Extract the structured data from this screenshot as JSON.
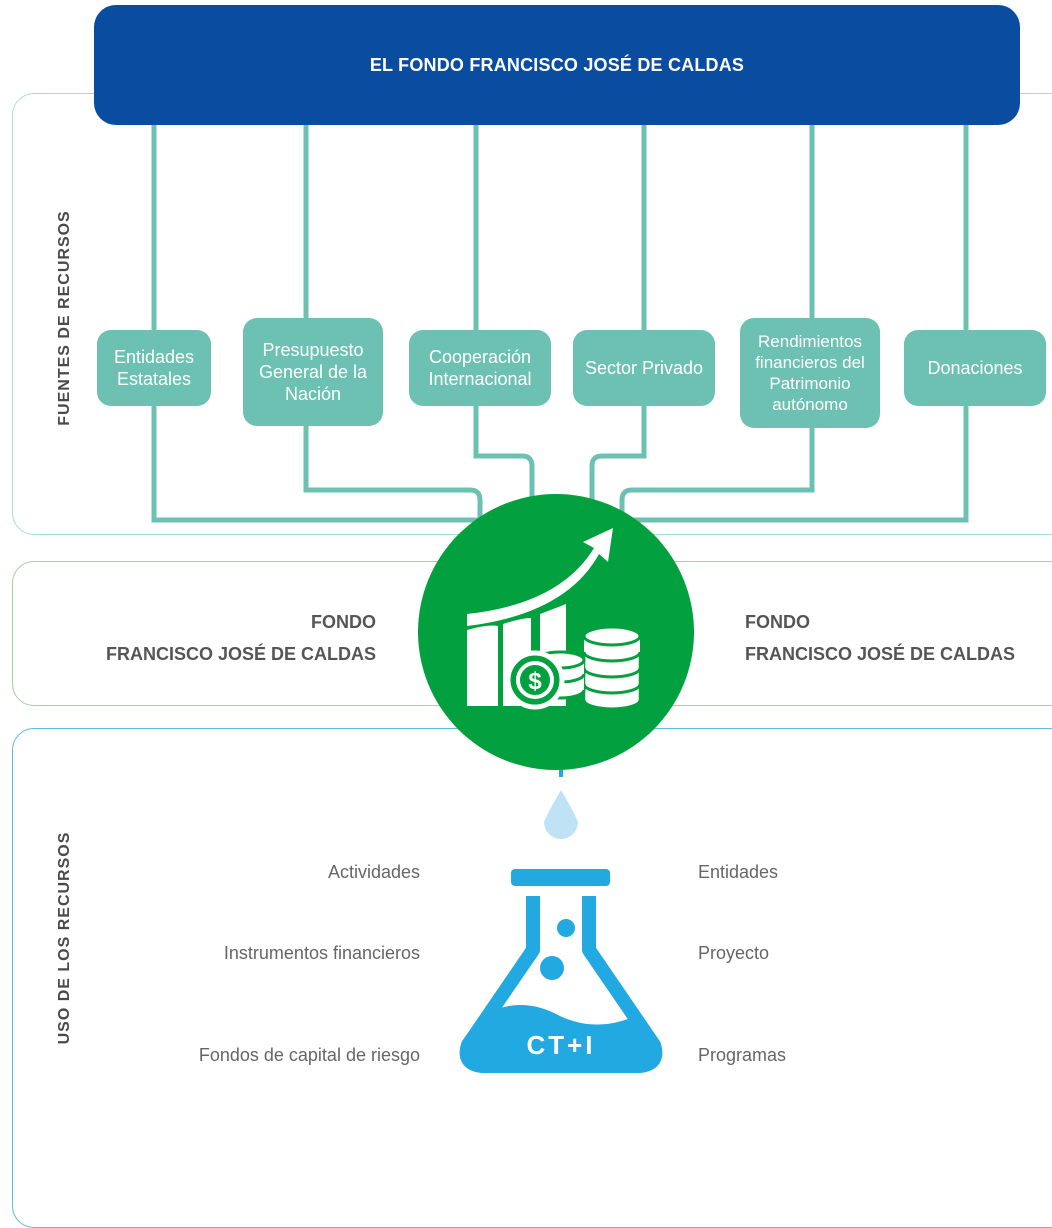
{
  "header": {
    "title": "EL FONDO FRANCISCO JOSÉ DE CALDAS"
  },
  "sections": {
    "sources_label": "FUENTES DE RECURSOS",
    "use_label": "USO DE LOS RECURSOS"
  },
  "sources": [
    {
      "label": "Entidades Estatales"
    },
    {
      "label": "Presupuesto General de la Nación"
    },
    {
      "label": "Cooperación Internacional"
    },
    {
      "label": "Sector Privado"
    },
    {
      "label": "Rendimientos financieros del Patrimonio autónomo"
    },
    {
      "label": "Donaciones"
    }
  ],
  "fondo": {
    "left_line1": "FONDO",
    "left_line2": "FRANCISCO JOSÉ DE CALDAS",
    "right_line1": "FONDO",
    "right_line2": "FRANCISCO JOSÉ DE CALDAS"
  },
  "center_icon": {
    "name": "growth-coins-icon",
    "dollar_symbol": "$"
  },
  "flask": {
    "name": "flask-icon",
    "label": "CT+I"
  },
  "use_left": [
    "Actividades",
    "Instrumentos financieros",
    "Fondos de capital de riesgo"
  ],
  "use_right": [
    "Entidades",
    "Proyecto",
    "Programas"
  ],
  "colors": {
    "header": "#0a4da0",
    "teal": "#6cc1b3",
    "green": "#03a03f",
    "blue": "#23a9e1",
    "drop": "#bfe3f5"
  }
}
